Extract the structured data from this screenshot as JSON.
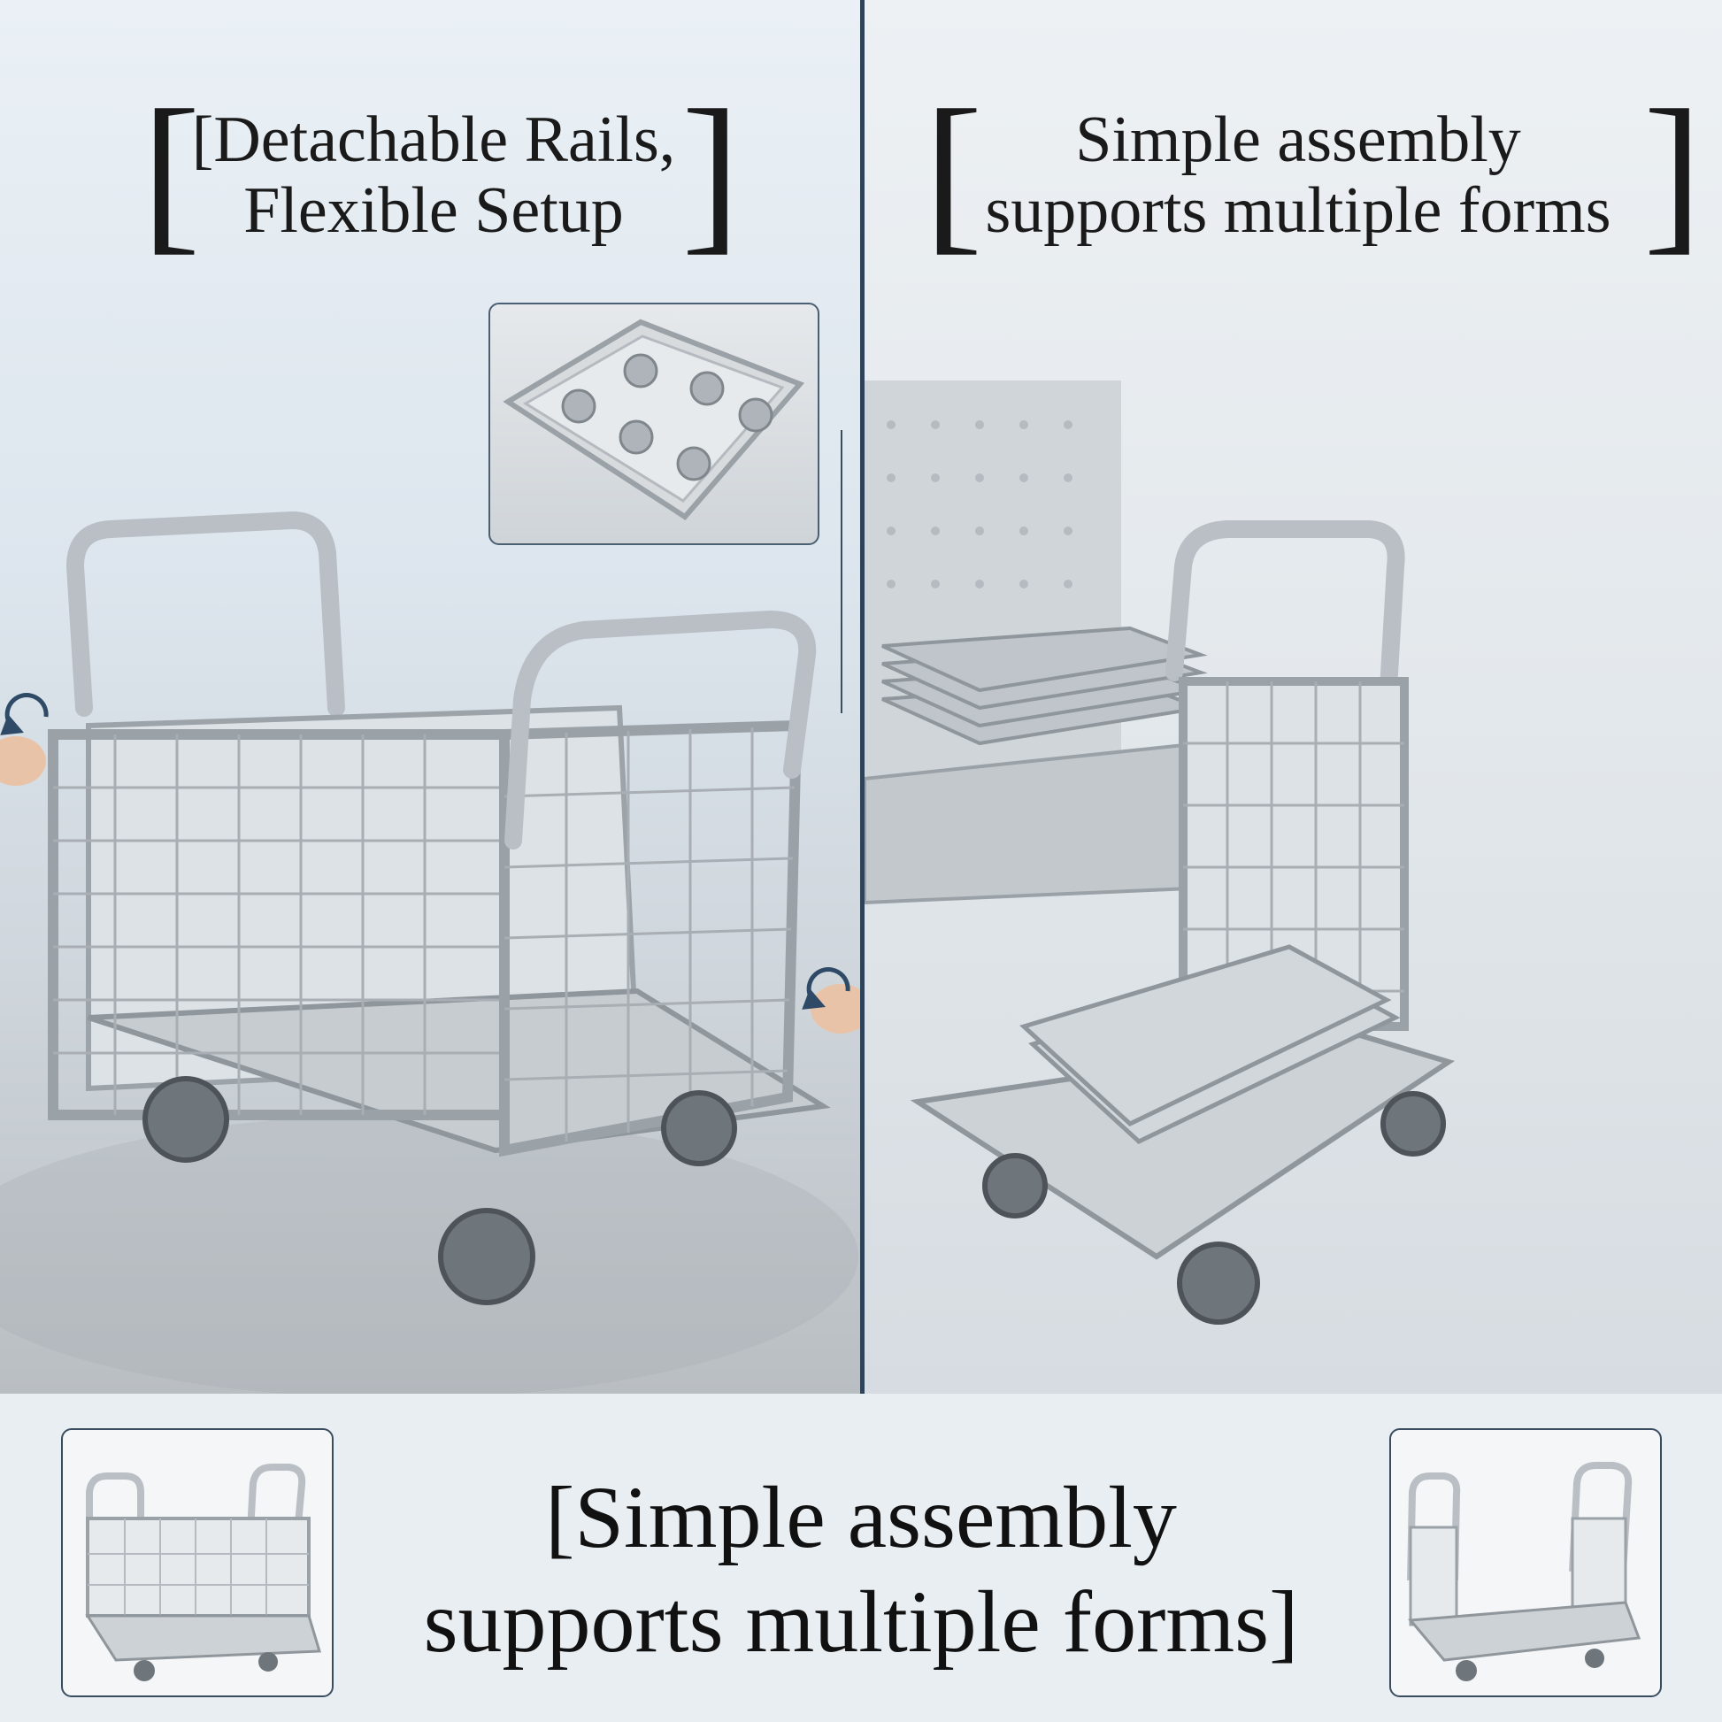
{
  "left_panel": {
    "heading_lines": [
      "[Detachable Rails,",
      "Flexible Setup"
    ]
  },
  "right_panel": {
    "heading_lines": [
      "Simple assembly",
      "supports multiple forms"
    ]
  },
  "bottom": {
    "heading_lines": [
      "[Simple assembly",
      "supports multiple forms]"
    ]
  },
  "icons": [
    "rotate-icon",
    "rotate-icon"
  ],
  "colors": {
    "divider": "#2f4358",
    "frame": "#3a4d60",
    "steel": "#c4c9cd"
  }
}
